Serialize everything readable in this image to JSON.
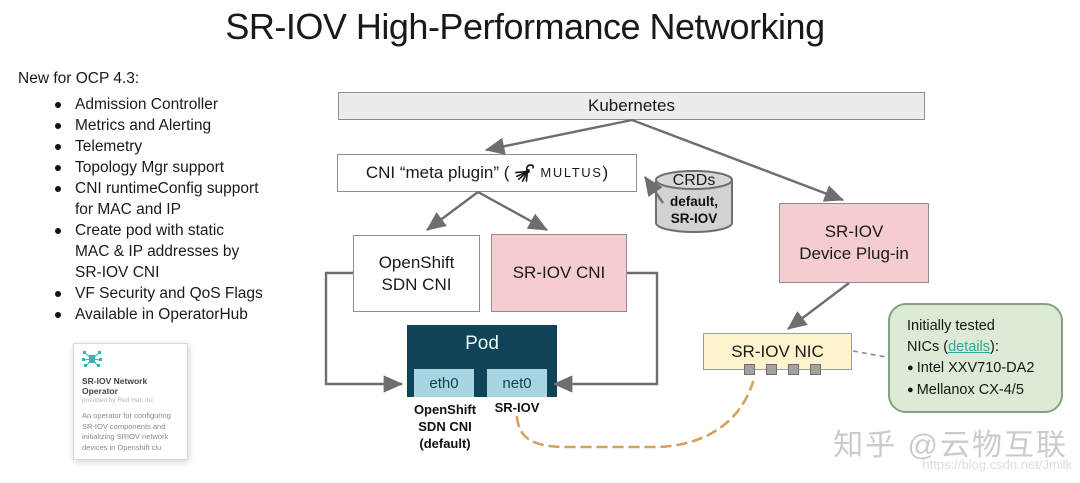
{
  "title": "SR-IOV High-Performance Networking",
  "left_panel": {
    "heading": "New for OCP 4.3:",
    "items": [
      {
        "lines": [
          "Admission Controller"
        ]
      },
      {
        "lines": [
          "Metrics and Alerting"
        ]
      },
      {
        "lines": [
          "Telemetry"
        ]
      },
      {
        "lines": [
          "Topology Mgr support"
        ]
      },
      {
        "lines": [
          "CNI runtimeConfig support",
          "for MAC and IP"
        ]
      },
      {
        "lines": [
          "Create pod with static",
          "MAC & IP addresses by",
          "SR-IOV CNI"
        ]
      },
      {
        "lines": [
          "VF Security and QoS Flags"
        ]
      },
      {
        "lines": [
          "Available in OperatorHub"
        ]
      }
    ]
  },
  "operator_card": {
    "icon": "network-nodes-icon",
    "name": "SR-IOV Network Operator",
    "provider": "provided by Red Hat, Inc",
    "description": "An operator for configuring SR-IOV components and initializing SRIOV network devices in Openshift clu"
  },
  "diagram": {
    "kubernetes": {
      "label": "Kubernetes"
    },
    "cni_meta": {
      "prefix": "CNI “meta plugin” (",
      "logo": "multus-logo",
      "brand": "MULTUS",
      "suffix": ")"
    },
    "crds": {
      "label": "CRDs",
      "lines": [
        "default,",
        "SR-IOV"
      ]
    },
    "device_plugin": {
      "lines": [
        "SR-IOV",
        "Device Plug-in"
      ]
    },
    "openshift_sdn": {
      "lines": [
        "OpenShift",
        "SDN CNI"
      ]
    },
    "sriov_cni": {
      "label": "SR-IOV CNI"
    },
    "pod": {
      "label": "Pod",
      "ports": [
        {
          "label": "eth0"
        },
        {
          "label": "net0"
        }
      ]
    },
    "captions": {
      "eth0_lines": [
        "OpenShift",
        "SDN CNI",
        "(default)"
      ],
      "net0": "SR-IOV"
    },
    "nic": {
      "label": "SR-IOV NIC",
      "vf_count": 4
    },
    "note": {
      "line1": "Initially tested",
      "line2_prefix": "NICs (",
      "link": "details",
      "line2_suffix": "):",
      "items": [
        "Intel XXV710-DA2",
        "Mellanox CX-4/5"
      ]
    }
  },
  "watermark": {
    "brand": "知乎 @云物互联",
    "url": "https://blog.csdn.net/Jmilk"
  },
  "colors": {
    "box_grey_fill": "#ececec",
    "box_border": "#8c8c8c",
    "pink_fill": "#f5cdd0",
    "pod_fill": "#0f4458",
    "port_fill": "#a7d6e2",
    "nic_fill": "#fdf3cf",
    "note_fill": "#dcead6",
    "note_border": "#84a184",
    "link_teal": "#2aa9a4",
    "arrow_grey": "#6e6e6e",
    "dash_orange": "#d9a05c",
    "cylinder_fill": "#d2d2d2",
    "operator_icon_teal": "#35b3ba",
    "watermark_grey": "#cbcbcb"
  }
}
